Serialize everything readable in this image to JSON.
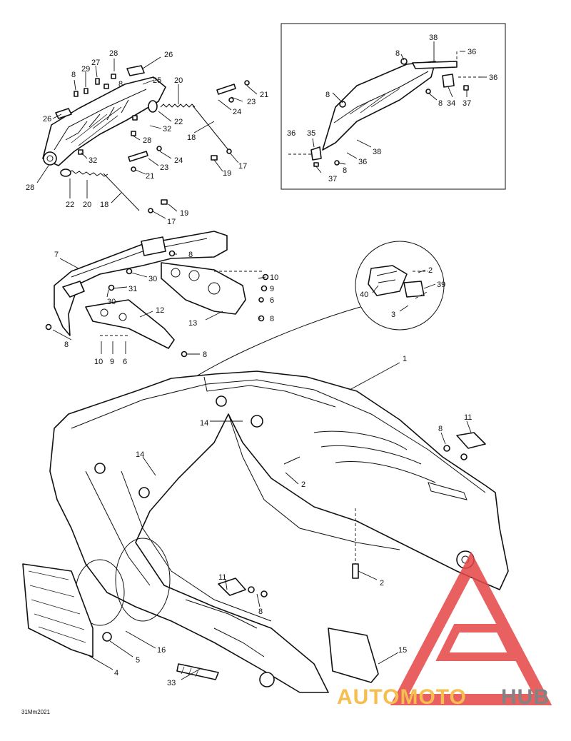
{
  "diagram": {
    "figure_code": "31Mm2021",
    "watermark": {
      "text_part1": "AUTOMOTO",
      "text_part2": "HUB",
      "color_part1": "#f5b331",
      "color_part2": "#6d6e70",
      "triangle_color": "#e64545"
    },
    "callouts": {
      "top_left": [
        {
          "id": "tl-28a",
          "text": "28"
        },
        {
          "id": "tl-26a",
          "text": "26"
        },
        {
          "id": "tl-8a",
          "text": "8"
        },
        {
          "id": "tl-29",
          "text": "29"
        },
        {
          "id": "tl-27",
          "text": "27"
        },
        {
          "id": "tl-8b",
          "text": "8"
        },
        {
          "id": "tl-25",
          "text": "25"
        },
        {
          "id": "tl-20a",
          "text": "20"
        },
        {
          "id": "tl-21a",
          "text": "21"
        },
        {
          "id": "tl-23a",
          "text": "23"
        },
        {
          "id": "tl-24a",
          "text": "24"
        },
        {
          "id": "tl-26b",
          "text": "26"
        },
        {
          "id": "tl-22a",
          "text": "22"
        },
        {
          "id": "tl-32a",
          "text": "32"
        },
        {
          "id": "tl-28b",
          "text": "28"
        },
        {
          "id": "tl-18a",
          "text": "18"
        },
        {
          "id": "tl-32b",
          "text": "32"
        },
        {
          "id": "tl-24b",
          "text": "24"
        },
        {
          "id": "tl-23b",
          "text": "23"
        },
        {
          "id": "tl-21b",
          "text": "21"
        },
        {
          "id": "tl-17a",
          "text": "17"
        },
        {
          "id": "tl-19a",
          "text": "19"
        },
        {
          "id": "tl-28c",
          "text": "28"
        },
        {
          "id": "tl-22b",
          "text": "22"
        },
        {
          "id": "tl-20b",
          "text": "20"
        },
        {
          "id": "tl-18b",
          "text": "18"
        },
        {
          "id": "tl-19b",
          "text": "19"
        },
        {
          "id": "tl-17b",
          "text": "17"
        }
      ],
      "top_right": [
        {
          "id": "tr-38a",
          "text": "38"
        },
        {
          "id": "tr-8a",
          "text": "8"
        },
        {
          "id": "tr-36a",
          "text": "36"
        },
        {
          "id": "tr-36b",
          "text": "36"
        },
        {
          "id": "tr-8b",
          "text": "8"
        },
        {
          "id": "tr-8c",
          "text": "8"
        },
        {
          "id": "tr-34",
          "text": "34"
        },
        {
          "id": "tr-37a",
          "text": "37"
        },
        {
          "id": "tr-36c",
          "text": "36"
        },
        {
          "id": "tr-35",
          "text": "35"
        },
        {
          "id": "tr-38b",
          "text": "38"
        },
        {
          "id": "tr-36d",
          "text": "36"
        },
        {
          "id": "tr-8d",
          "text": "8"
        },
        {
          "id": "tr-37b",
          "text": "37"
        }
      ],
      "middle": [
        {
          "id": "m-7",
          "text": "7"
        },
        {
          "id": "m-8a",
          "text": "8"
        },
        {
          "id": "m-30a",
          "text": "30"
        },
        {
          "id": "m-31",
          "text": "31"
        },
        {
          "id": "m-30b",
          "text": "30"
        },
        {
          "id": "m-10a",
          "text": "10"
        },
        {
          "id": "m-9a",
          "text": "9"
        },
        {
          "id": "m-6a",
          "text": "6"
        },
        {
          "id": "m-12",
          "text": "12"
        },
        {
          "id": "m-13",
          "text": "13"
        },
        {
          "id": "m-8b",
          "text": "8"
        },
        {
          "id": "m-8c",
          "text": "8"
        },
        {
          "id": "m-8d",
          "text": "8"
        },
        {
          "id": "m-10b",
          "text": "10"
        },
        {
          "id": "m-9b",
          "text": "9"
        },
        {
          "id": "m-6b",
          "text": "6"
        },
        {
          "id": "m-2a",
          "text": "2"
        },
        {
          "id": "m-39",
          "text": "39"
        },
        {
          "id": "m-40",
          "text": "40"
        },
        {
          "id": "m-3",
          "text": "3"
        }
      ],
      "bottom": [
        {
          "id": "b-1",
          "text": "1"
        },
        {
          "id": "b-11a",
          "text": "11"
        },
        {
          "id": "b-8a",
          "text": "8"
        },
        {
          "id": "b-14a",
          "text": "14"
        },
        {
          "id": "b-14b",
          "text": "14"
        },
        {
          "id": "b-2b",
          "text": "2"
        },
        {
          "id": "b-2c",
          "text": "2"
        },
        {
          "id": "b-11b",
          "text": "11"
        },
        {
          "id": "b-8b",
          "text": "8"
        },
        {
          "id": "b-16",
          "text": "16"
        },
        {
          "id": "b-5",
          "text": "5"
        },
        {
          "id": "b-4",
          "text": "4"
        },
        {
          "id": "b-15",
          "text": "15"
        },
        {
          "id": "b-33",
          "text": "33"
        }
      ]
    }
  }
}
